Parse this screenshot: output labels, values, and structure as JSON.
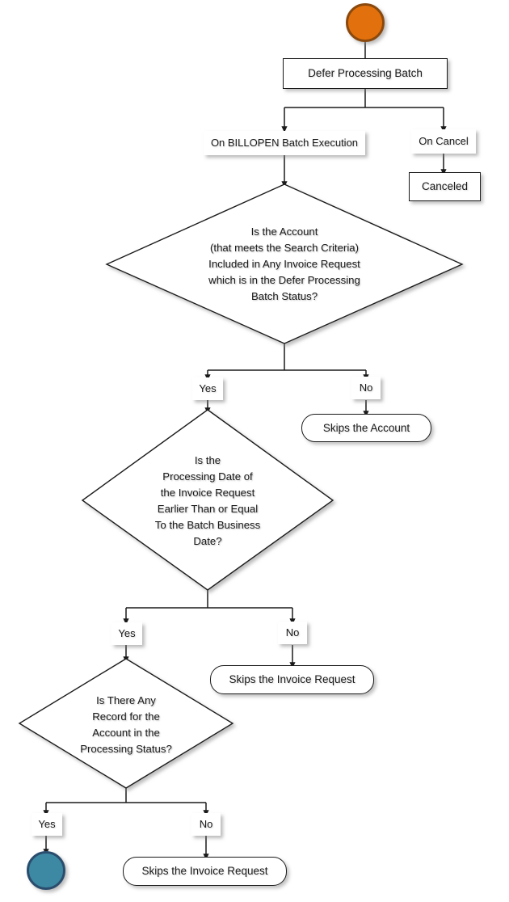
{
  "diagram": {
    "title": "Defer Processing Batch Flow",
    "type": "flowchart",
    "background": "#ffffff",
    "line_color": "#1a1a1a",
    "start_fill": "#E2710E",
    "start_stroke": "#8A4A08",
    "end_fill": "#3E89A3",
    "end_stroke": "#2C4E6E"
  },
  "nodes": {
    "start": {
      "label": "",
      "shape": "circle"
    },
    "defer_processing_batch": {
      "label": "Defer Processing Batch",
      "shape": "rect"
    },
    "on_billopen": {
      "label": "On BILLOPEN Batch Execution",
      "shape": "label"
    },
    "on_cancel": {
      "label": "On Cancel",
      "shape": "label"
    },
    "canceled": {
      "label": "Canceled",
      "shape": "rect"
    },
    "decision_1": {
      "label": "Is the Account\n(that meets the Search Criteria)\nIncluded in Any Invoice Request\nwhich is in the Defer Processing\nBatch Status?",
      "shape": "diamond"
    },
    "decision_1_yes": {
      "label": "Yes",
      "shape": "label"
    },
    "decision_1_no": {
      "label": "No",
      "shape": "label"
    },
    "skips_the_account": {
      "label": "Skips the Account",
      "shape": "rounded-rect"
    },
    "decision_2": {
      "label": "Is the\nProcessing Date of\nthe Invoice Request\nEarlier Than or Equal\nTo the Batch Business\nDate?",
      "shape": "diamond"
    },
    "decision_2_yes": {
      "label": "Yes",
      "shape": "label"
    },
    "decision_2_no": {
      "label": "No",
      "shape": "label"
    },
    "skips_the_invoice_request_1": {
      "label": "Skips the Invoice Request",
      "shape": "rounded-rect"
    },
    "decision_3": {
      "label": "Is There Any\nRecord for the\nAccount in the\nProcessing Status?",
      "shape": "diamond"
    },
    "decision_3_yes": {
      "label": "Yes",
      "shape": "label"
    },
    "decision_3_no": {
      "label": "No",
      "shape": "label"
    },
    "skips_the_invoice_request_2": {
      "label": "Skips the Invoice Request",
      "shape": "rounded-rect"
    },
    "end": {
      "label": "",
      "shape": "circle"
    }
  }
}
